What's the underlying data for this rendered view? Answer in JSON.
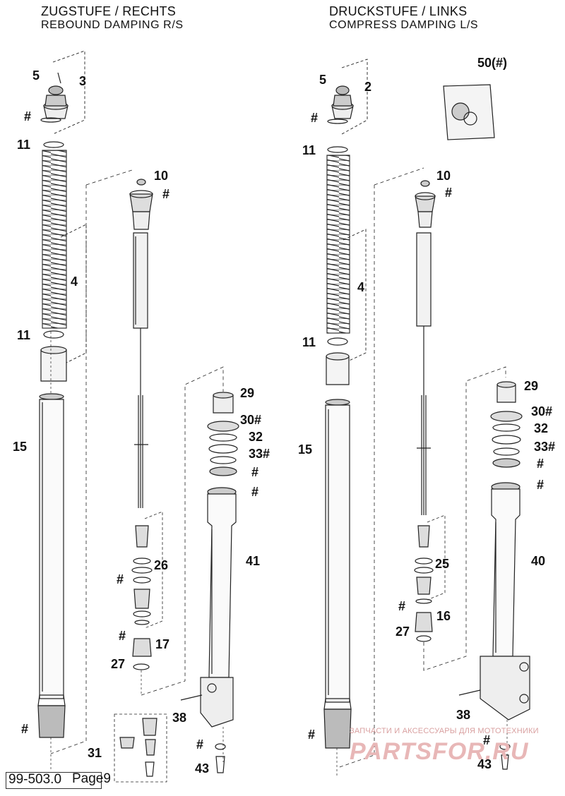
{
  "header_left": {
    "line1": "ZUGSTUFE / RECHTS",
    "line2": "REBOUND DAMPING R/S"
  },
  "header_right": {
    "line1": "DRUCKSTUFE / LINKS",
    "line2": "COMPRESS DAMPING L/S"
  },
  "footer": {
    "code": "99-503.0",
    "page": "Page9"
  },
  "watermark": {
    "line1": "ЗАПЧАСТИ И АКСЕССУАРЫ ДЛЯ МОТОТЕХНИКИ",
    "line2": "PARTSFOR.RU"
  },
  "labels": {
    "l5": "5",
    "l3": "3",
    "lh1": "#",
    "l11a": "11",
    "l4": "4",
    "l11b": "11",
    "l15": "15",
    "lh2": "#",
    "l10": "10",
    "lh3": "#",
    "l26": "26",
    "lh4": "#",
    "lh5": "#",
    "l17": "17",
    "l27": "27",
    "l29": "29",
    "l30": "30#",
    "l32": "32",
    "l33": "33#",
    "lh6": "#",
    "lh7": "#",
    "l41": "41",
    "l38": "38",
    "l31": "31",
    "lh8": "#",
    "l43": "43",
    "r5": "5",
    "r2": "2",
    "rh1": "#",
    "r50": "50(#)",
    "r11a": "11",
    "r4": "4",
    "r11b": "11",
    "r15": "15",
    "rh2": "#",
    "r10": "10",
    "rh3": "#",
    "r25": "25",
    "rh4": "#",
    "r16": "16",
    "r27": "27",
    "r29": "29",
    "r30": "30#",
    "r32": "32",
    "r33": "33#",
    "rh5": "#",
    "rh6": "#",
    "r40": "40",
    "r38": "38",
    "rh7": "#",
    "r43": "43"
  }
}
